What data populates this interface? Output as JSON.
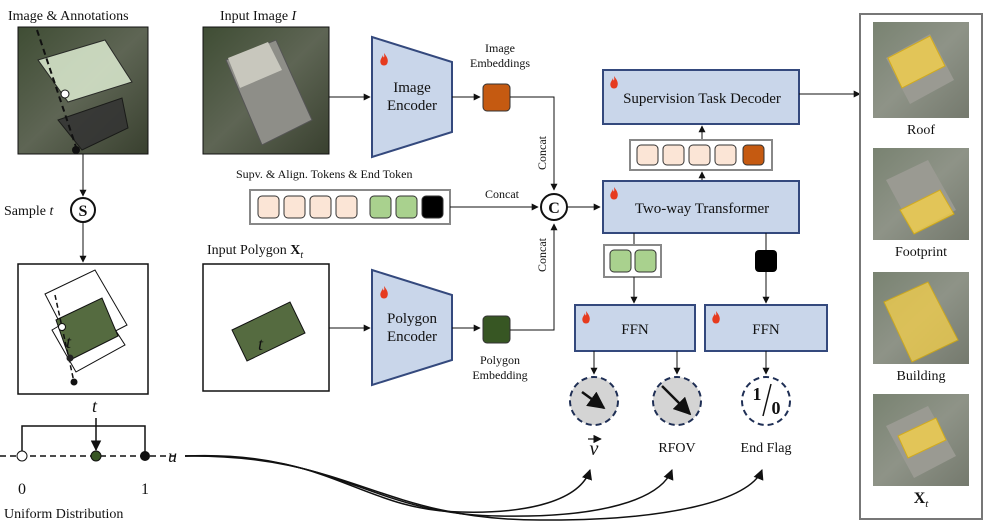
{
  "labels": {
    "image_annotations": "Image & Annotations",
    "input_image": "Input Image",
    "input_image_symbol": "I",
    "sample": "Sample",
    "sample_symbol": "t",
    "sample_node": "S",
    "image_encoder": [
      "Image",
      "Encoder"
    ],
    "image_embeddings": [
      "Image",
      "Embeddings"
    ],
    "tokens": "Supv. & Align. Tokens & End Token",
    "concat": "Concat",
    "concat_node": "C",
    "input_polygon": "Input Polygon",
    "input_polygon_symbol": "X",
    "input_polygon_sub": "t",
    "polygon_in_t": "t",
    "polygon_encoder": [
      "Polygon",
      "Encoder"
    ],
    "polygon_embedding": [
      "Polygon",
      "Embedding"
    ],
    "supervision_decoder": "Supervision Task Decoder",
    "two_way_transformer": "Two-way Transformer",
    "ffn": "FFN",
    "v_label": "v",
    "rfov": "RFOV",
    "end_flag": "End Flag",
    "end_flag_value_1": "1",
    "end_flag_value_0": "0",
    "t_symbol": "t",
    "u_symbol": "u",
    "axis_0": "0",
    "axis_1": "1",
    "uniform": "Uniform Distribution",
    "roof": "Roof",
    "footprint": "Footprint",
    "building": "Building",
    "xt": "X",
    "xt_sub": "t"
  },
  "colors": {
    "block_fill": "#c9d6ea",
    "block_stroke": "#34497d",
    "image_token": "#c55a11",
    "polygon_token": "#375623",
    "align_token": "#a9d18e",
    "supv_token": "#fbe5d6",
    "end_token": "#000000",
    "highlight": "#f5d04a"
  },
  "icons": [
    "fire-icon",
    "arrow-dial-icon",
    "flag-dial-icon"
  ]
}
